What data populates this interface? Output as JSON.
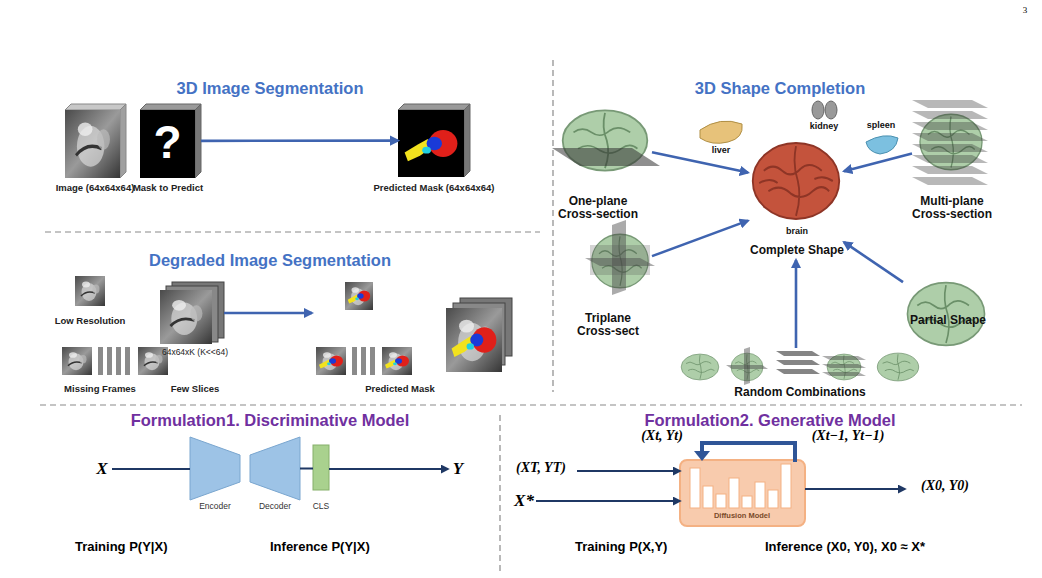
{
  "diagram": {
    "nodes": [
      {
        "text": [
          "Image (64x64x64)"
        ]
      },
      {
        "text": [
          "?",
          "Mask to Predict"
        ]
      },
      {
        "text": [
          "Predicted Mask (64x64x64)"
        ]
      },
      {
        "text": [
          "Low Resolution"
        ]
      },
      {
        "text": [
          "Missing Frames"
        ]
      },
      {
        "text": [
          "64x64xK (K<<64)",
          "Few Slices"
        ]
      },
      {
        "text": [
          "Predicted Mask"
        ]
      },
      {
        "text": [
          "One-plane Cross-section"
        ]
      },
      {
        "text": [
          "Triplane Cross-sect"
        ]
      },
      {
        "text": [
          "Complete Shape"
        ]
      },
      {
        "text": [
          "Multi-plane Cross-section"
        ]
      },
      {
        "text": [
          "Partial Shape"
        ]
      },
      {
        "text": [
          "Random Combinations"
        ]
      },
      {
        "text": [
          "X"
        ]
      },
      {
        "text": [
          "Encoder"
        ]
      },
      {
        "text": [
          "Decoder"
        ]
      },
      {
        "text": [
          "CLS"
        ]
      },
      {
        "text": [
          "Y"
        ]
      },
      {
        "text": [
          "(XT, YT)"
        ]
      },
      {
        "text": [
          "X*"
        ]
      },
      {
        "text": [
          "Diffusion Model"
        ]
      },
      {
        "text": [
          "(X0, Y0)"
        ]
      }
    ],
    "edges": [
      {
        "from": 1,
        "to": 2,
        "arrow": "to"
      },
      {
        "from": 5,
        "to": 6,
        "arrow": "to"
      },
      {
        "from": 7,
        "to": 9,
        "arrow": "to"
      },
      {
        "from": 8,
        "to": 9,
        "arrow": "to"
      },
      {
        "from": 12,
        "to": 9,
        "arrow": "to"
      },
      {
        "from": 11,
        "to": 9,
        "arrow": "to"
      },
      {
        "from": 10,
        "to": 9,
        "arrow": "to"
      },
      {
        "from": 13,
        "to": 14,
        "arrow": "none"
      },
      {
        "from": 15,
        "to": 16,
        "arrow": "none"
      },
      {
        "from": 16,
        "to": 17,
        "arrow": "to"
      },
      {
        "from": 18,
        "to": 20,
        "arrow": "to"
      },
      {
        "from": 19,
        "to": 20,
        "arrow": "to"
      },
      {
        "from": 20,
        "to": 21,
        "arrow": "to"
      }
    ],
    "labels": [
      "3",
      "3D Image Segmentation",
      "Degraded Image Segmentation",
      "3D Shape Completion",
      "liver",
      "kidney",
      "spleen",
      "brain",
      "Formulation1. Discriminative Model",
      "Formulation2. Generative Model",
      "(Xt, Yt)",
      "(Xt−1, Yt−1)",
      "Training P(Y|X)",
      "Inference P(Y|X)",
      "Training P(X,Y)",
      "Inference (X0, Y0), X0 ≈ X*"
    ]
  }
}
